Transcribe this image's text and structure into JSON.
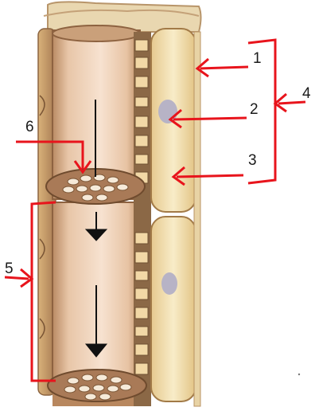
{
  "labels": {
    "n1": "1",
    "n2": "2",
    "n3": "3",
    "n4": "4",
    "n5": "5",
    "n6": "6"
  },
  "colors": {
    "annotation_red": "#e8141c",
    "vessel_wall": "#c89a6e",
    "vessel_inner": "#f1d8c2",
    "companion_cell": "#f3e2b6",
    "sieve_plate": "#a97a57",
    "plate_pore": "#f6ead9",
    "nucleus": "#b7b3c6",
    "flow_arrow": "#111111"
  }
}
